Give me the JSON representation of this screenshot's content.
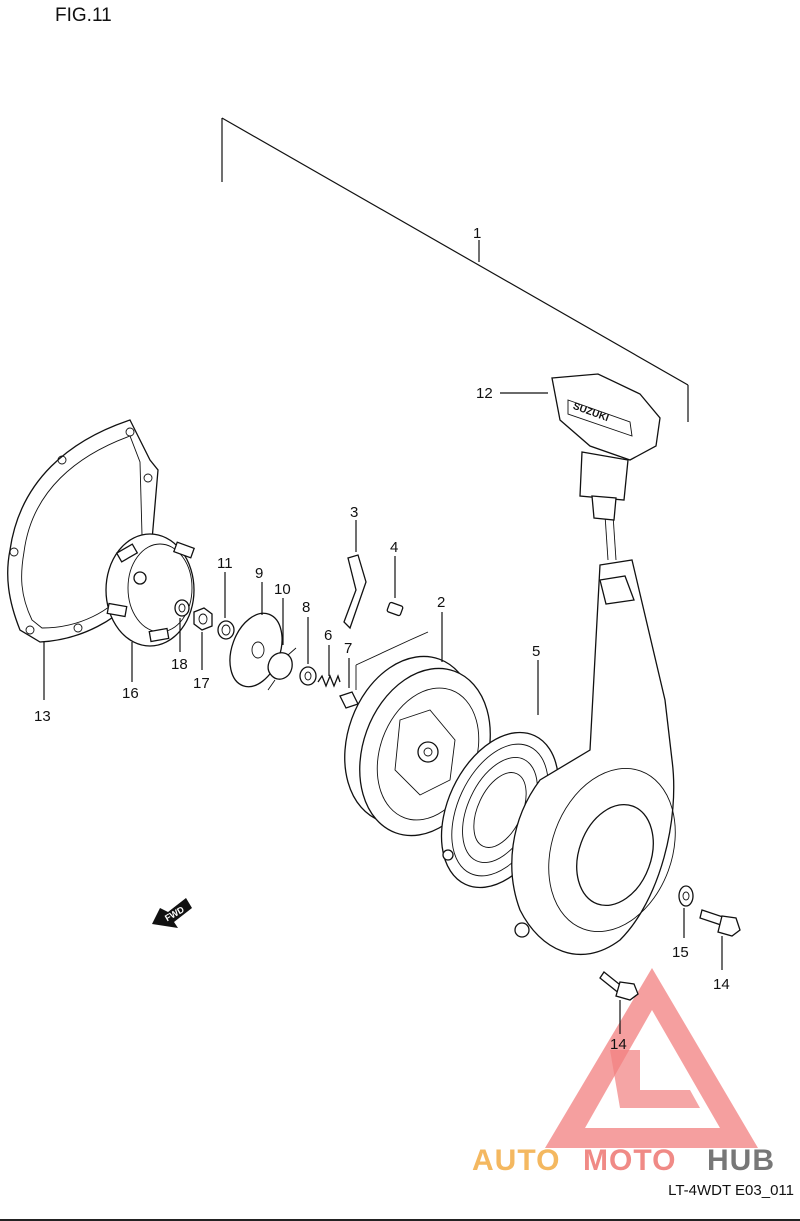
{
  "figure_title": "FIG.11",
  "drawing_code": "LT-4WDT E03_011",
  "watermark": {
    "word_1": "AUTO",
    "word_2": "MOTO",
    "word_3": "HUB",
    "color_1": "#f4b860",
    "color_2": "#f08a86",
    "color_3": "#777777",
    "triangle_color": "#f06a6a"
  },
  "handle_emblem": "SUZUKI",
  "fwd_arrow_text": "FWD",
  "callouts": [
    "1",
    "2",
    "3",
    "4",
    "5",
    "6",
    "7",
    "8",
    "9",
    "10",
    "11",
    "12",
    "13",
    "14",
    "14",
    "15",
    "16",
    "17",
    "18"
  ]
}
